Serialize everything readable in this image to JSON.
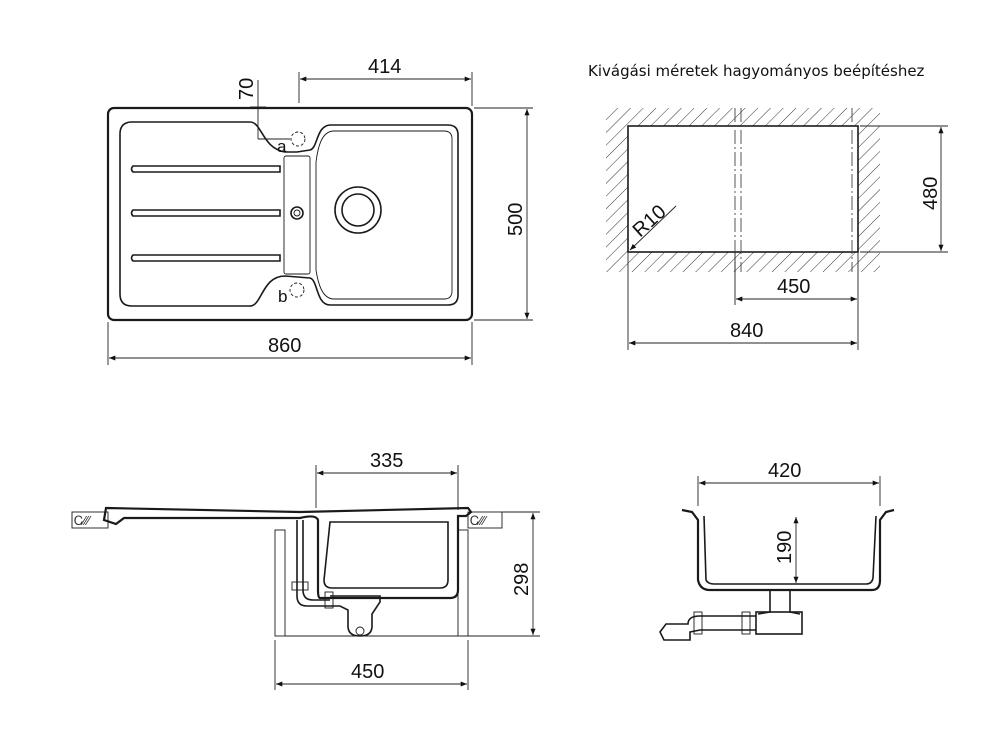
{
  "cutout": {
    "title": "Kivágási méretek hagyományos beépítéshez",
    "height": "480",
    "inner_width": "450",
    "outer_width": "840",
    "radius": "R10"
  },
  "top_view": {
    "overall_width": "860",
    "depth": "500",
    "bowl_width": "414",
    "offset": "70",
    "label_a": "a",
    "label_b": "b"
  },
  "front_view": {
    "bowl_width": "335",
    "height": "298",
    "cabinet_width": "450"
  },
  "side_view": {
    "width": "420",
    "bowl_depth": "190"
  },
  "symbols": {
    "wall": "Ꮯ∕∕∕"
  }
}
